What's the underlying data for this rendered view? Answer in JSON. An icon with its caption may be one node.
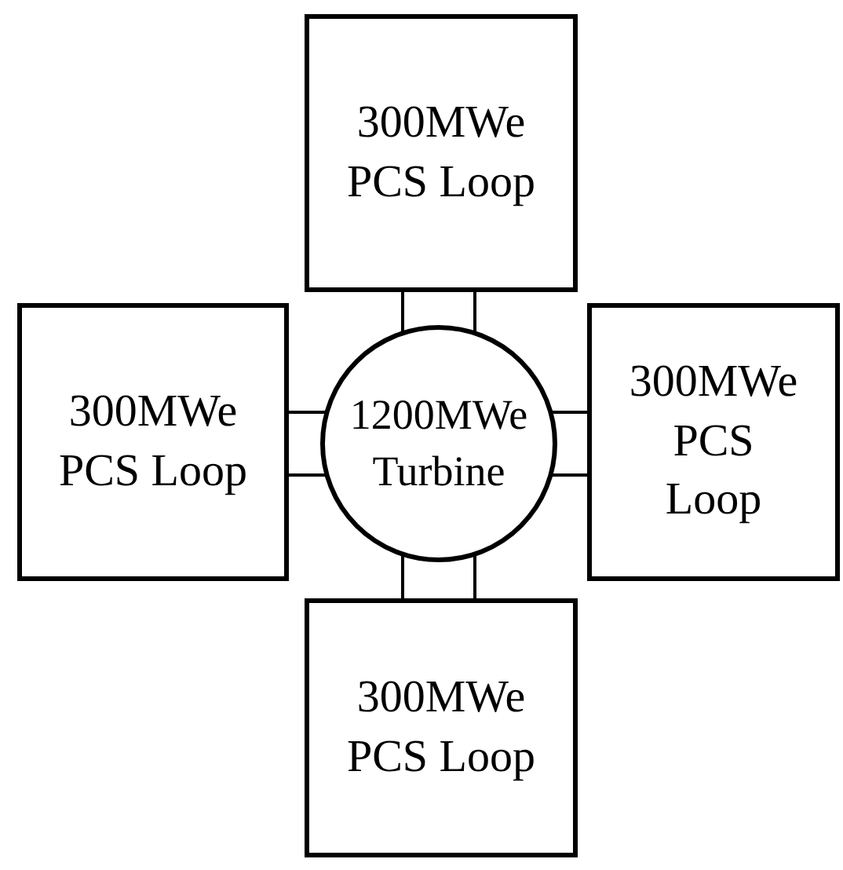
{
  "diagram": {
    "nodes": [
      {
        "text": [
          "300MWe PCS Loop"
        ]
      },
      {
        "text": [
          "300MWe PCS Loop"
        ]
      },
      {
        "text": [
          "1200MWe Turbine"
        ]
      },
      {
        "text": [
          "300MWe PCS Loop"
        ]
      },
      {
        "text": [
          "300MWe PCS Loop"
        ]
      }
    ],
    "edges": [
      {
        "from": 0,
        "to": 2,
        "arrow": "none"
      },
      {
        "from": 0,
        "to": 2,
        "arrow": "none"
      },
      {
        "from": 1,
        "to": 2,
        "arrow": "none"
      },
      {
        "from": 1,
        "to": 2,
        "arrow": "none"
      },
      {
        "from": 3,
        "to": 2,
        "arrow": "none"
      },
      {
        "from": 3,
        "to": 2,
        "arrow": "none"
      },
      {
        "from": 4,
        "to": 2,
        "arrow": "none"
      },
      {
        "from": 4,
        "to": 2,
        "arrow": "none"
      }
    ]
  }
}
